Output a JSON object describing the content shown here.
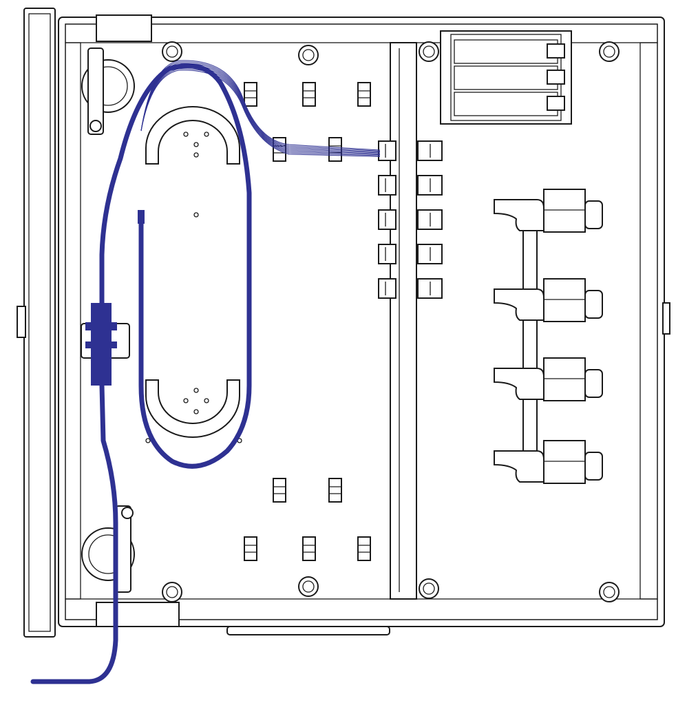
{
  "diagram": {
    "subject": "",
    "colors": {
      "line": "#1a1a1a",
      "cable": "#2e3192",
      "background": "#ffffff"
    },
    "components": {
      "adapter_rows": 5,
      "splitter_slots": 3,
      "right_connectors": 4,
      "fiber_strands": 8
    }
  }
}
